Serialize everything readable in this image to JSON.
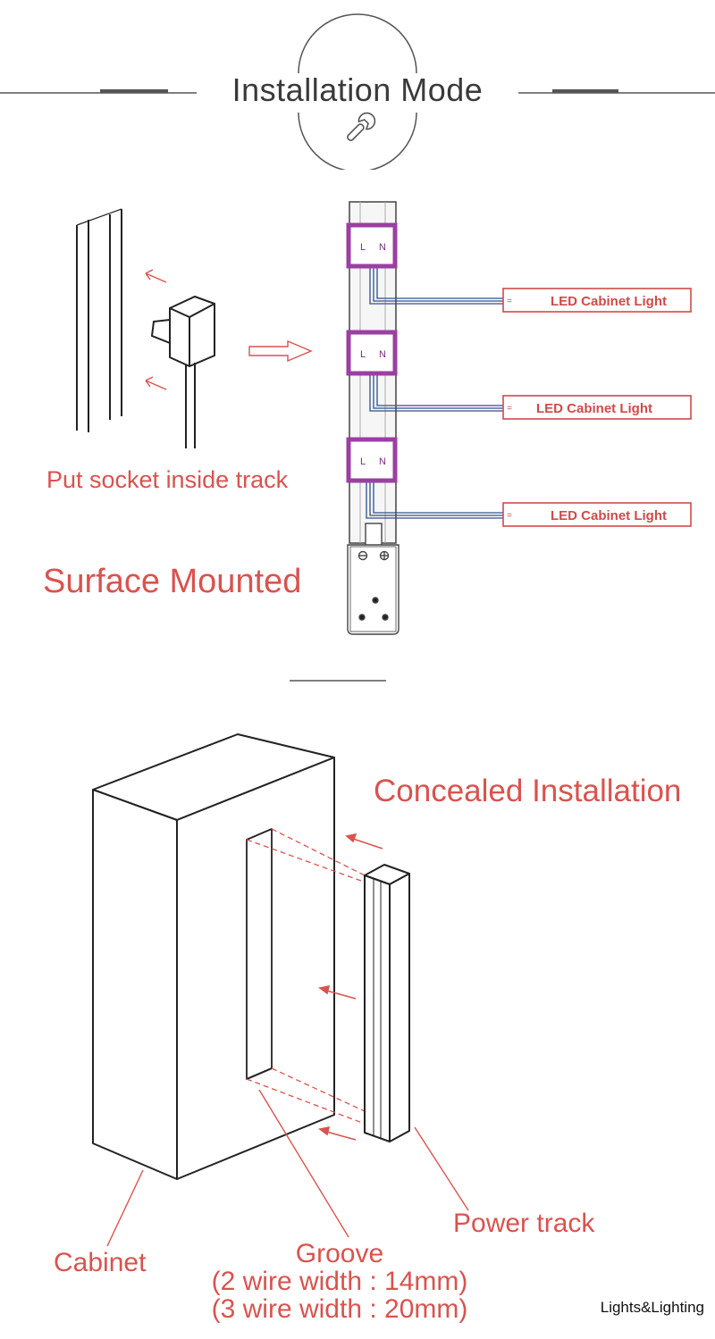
{
  "header": {
    "title": "Installation Mode",
    "icon": "wrench-icon"
  },
  "surface": {
    "caption": "Put socket inside track",
    "heading": "Surface Mounted",
    "socket_labels": {
      "live": "L",
      "neutral": "N"
    },
    "lights": [
      "LED Cabinet Light",
      "LED Cabinet Light",
      "LED Cabinet Light"
    ]
  },
  "concealed": {
    "heading": "Concealed Installation",
    "labels": {
      "cabinet": "Cabinet",
      "groove": "Groove",
      "groove_2wire": "(2 wire width : 14mm)",
      "groove_3wire": "(3 wire width : 20mm)",
      "power_track": "Power track"
    }
  },
  "brand": "Lights&Lighting",
  "colors": {
    "accent": "#d9534f",
    "socket_frame": "#9b3fa3",
    "wire": "#2f4f8a",
    "line": "#222222"
  }
}
